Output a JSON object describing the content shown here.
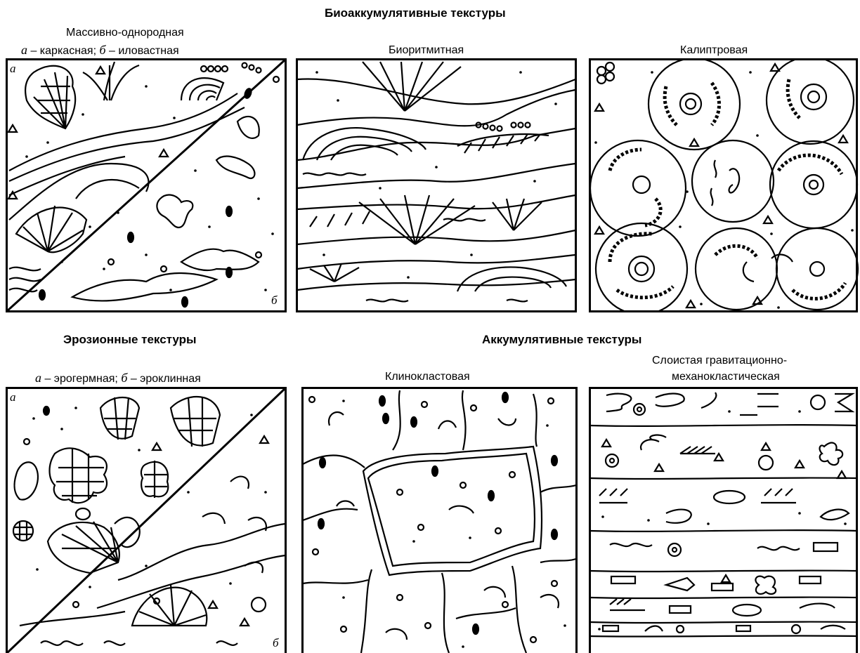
{
  "headers": {
    "bio": "Биоаккумулятивные текстуры",
    "erosion": "Эрозионные текстуры",
    "accum": "Аккумулятивные  текстуры"
  },
  "panels": {
    "massive": {
      "title": "Массивно-однородная",
      "a_letter": "а",
      "a_text": " – каркасная; ",
      "b_letter": "б",
      "b_text": " – иловастная",
      "corner_a": "а",
      "corner_b": "б"
    },
    "biorhythm": {
      "title": "Биоритмитная"
    },
    "calyptra": {
      "title": "Калиптровая"
    },
    "erosion": {
      "a_letter": "а",
      "a_text": " – эрогермная; ",
      "b_letter": "б",
      "b_text": " – эроклинная",
      "corner_a": "а",
      "corner_b": "б"
    },
    "clinoclast": {
      "title": "Клинокластовая"
    },
    "layered": {
      "title_line1": "Слоистая гравитационно-",
      "title_line2": "механокластическая"
    }
  }
}
